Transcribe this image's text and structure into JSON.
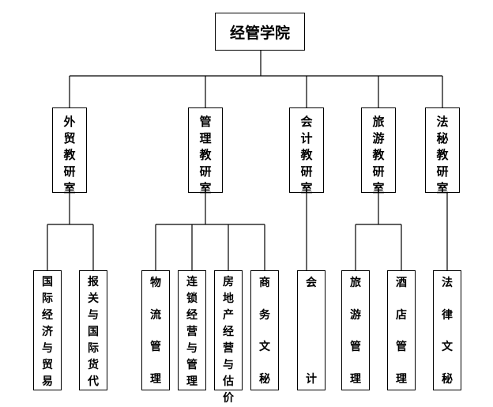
{
  "root": {
    "name": "经管学院"
  },
  "departments": [
    {
      "name": "外贸教研室",
      "units": [
        {
          "name": "国际经济与贸易"
        },
        {
          "name": "报关与国际货代"
        }
      ]
    },
    {
      "name": "管理教研室",
      "units": [
        {
          "name": "物流管理"
        },
        {
          "name": "连锁经营与管理"
        },
        {
          "name": "房地产经营与估价"
        },
        {
          "name": "商务文秘"
        }
      ]
    },
    {
      "name": "会计教研室",
      "units": [
        {
          "name": "会计"
        }
      ]
    },
    {
      "name": "旅游教研室",
      "units": [
        {
          "name": "旅游管理"
        },
        {
          "name": "酒店管理"
        }
      ]
    },
    {
      "name": "法秘教研室",
      "units": [
        {
          "name": "法律文秘"
        }
      ]
    }
  ]
}
